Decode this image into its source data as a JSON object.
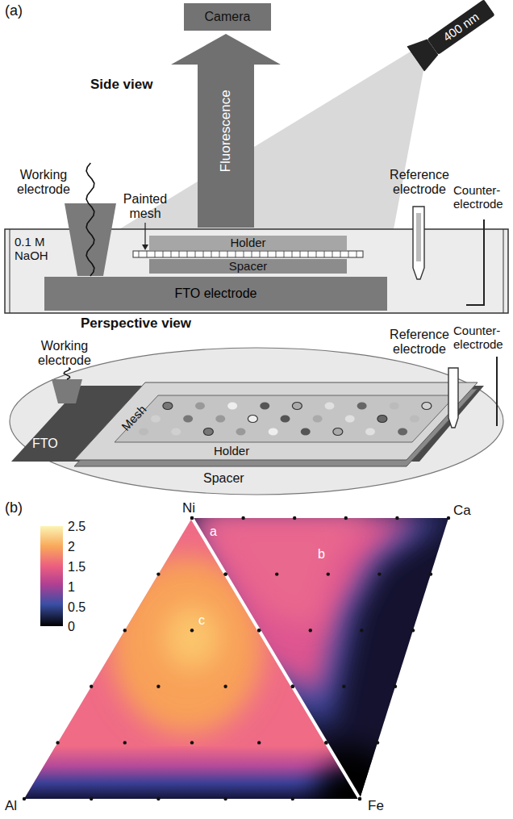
{
  "diagram": {
    "nodes": [
      {
        "text": [
          "Camera"
        ]
      },
      {
        "text": [
          "Fluorescence"
        ]
      },
      {
        "text": [
          "400 nm"
        ]
      },
      {
        "text": [
          "Holder"
        ]
      },
      {
        "text": [
          "Spacer"
        ]
      },
      {
        "text": [
          "FTO electrode"
        ]
      }
    ],
    "labels": [
      "(a)",
      "Side view",
      "Working electrode",
      "Painted mesh",
      "0.1 M NaOH",
      "Reference electrode",
      "Counter- electrode",
      "Perspective view",
      "Working electrode",
      "Reference electrode",
      "Counter- electrode",
      "Mesh",
      "FTO",
      "Holder",
      "Spacer",
      "(b)",
      "2.5",
      "2",
      "1.5",
      "1",
      "0.5",
      "0",
      "Ni",
      "Ca",
      "Al",
      "Fe",
      "a",
      "b",
      "c"
    ]
  }
}
